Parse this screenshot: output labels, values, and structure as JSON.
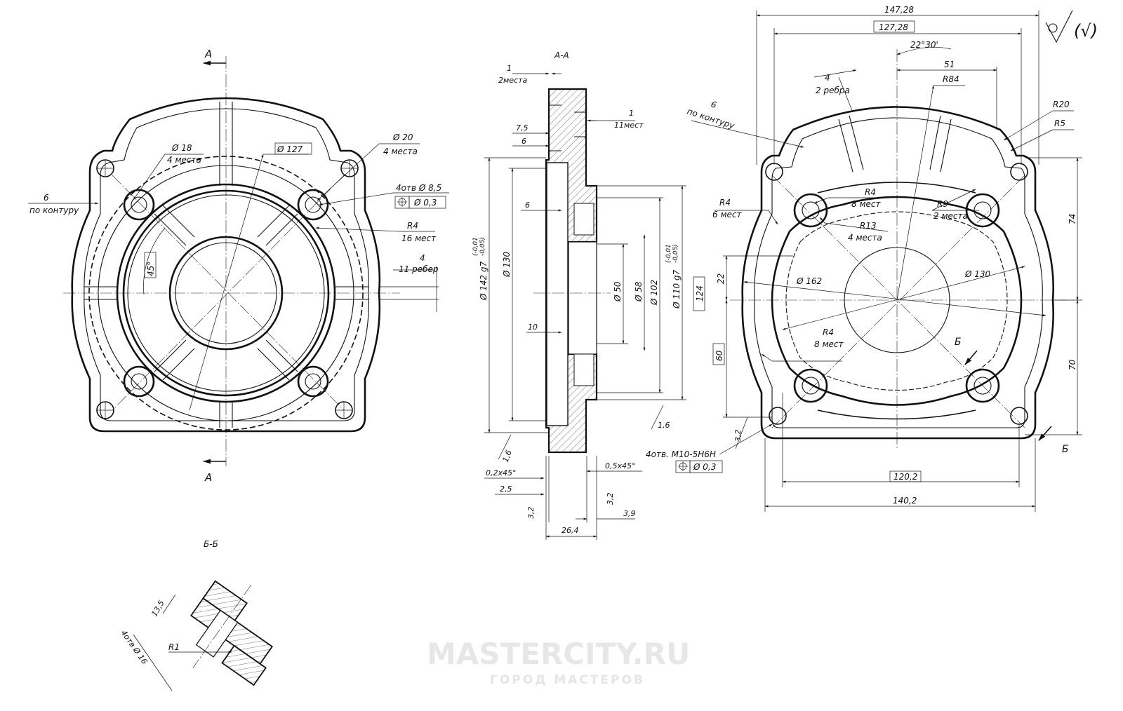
{
  "views": {
    "front": {
      "section_mark": "А",
      "labels": {
        "contour": "6",
        "contour_note": "по контуру",
        "d18": "Ø 18",
        "d18_note": "4 места",
        "d20": "Ø 20",
        "d20_note": "4 места",
        "d127": "Ø  127",
        "holes": "4отв Ø 8,5",
        "tol": "Ø  0,3",
        "r4": "R4",
        "r4_note": "16 мест",
        "ribs": "4",
        "ribs_note": "11 ребер",
        "angle": "45°"
      }
    },
    "section_aa": {
      "title": "А-А",
      "dims": {
        "d1": "1",
        "d1_note": "2места",
        "d1b": "1",
        "d1b_note": "11мест",
        "d75": "7,5",
        "d6a": "6",
        "d6b": "6",
        "d10": "10",
        "d142": "Ø 142 g7",
        "d142_tol_up": "(-0,01",
        "d142_tol_dn": "-0,05)",
        "d130": "Ø 130",
        "d50": "Ø 50",
        "d58": "Ø 58",
        "d102": "Ø 102",
        "d110": "Ø 110 g7",
        "d110_tol_up": "(-0,01",
        "d110_tol_dn": "-0,05)",
        "d124": "124",
        "r16a": "1,6",
        "r16b": "1,6",
        "ch02": "0,2x45°",
        "ch05": "0,5x45°",
        "d25": "2,5",
        "r32a": "3,2",
        "r32b": "3,2",
        "d39": "3,9",
        "d264": "26,4"
      }
    },
    "back": {
      "dims": {
        "d14728": "147,28",
        "d12728": "127,28",
        "ang": "22°30'",
        "d51": "51",
        "r84": "R84",
        "ribs": "4",
        "ribs_note": "2 ребра",
        "contour": "6",
        "contour_note": "по контуру",
        "r20": "R20",
        "r5": "R5",
        "r4a": "R4",
        "r4a_note": "6 мест",
        "r4b": "R4",
        "r4b_note": "8 мест",
        "r9": "R9",
        "r9_note": "2 места",
        "r13": "R13",
        "r13_note": "4 места",
        "d162": "Ø 162",
        "d130": "Ø 130",
        "r4c": "R4",
        "r4c_note": "8 мест",
        "d74": "74",
        "d22": "22",
        "d60": "60",
        "d70": "70",
        "d32": "3,2",
        "holes": "4отв.  M10-5H6H",
        "tol": "Ø  0,3",
        "d1202": "120,2",
        "d1402": "140,2",
        "mark_b": "Б"
      }
    },
    "section_bb": {
      "title": "Б-Б",
      "d135": "13,5",
      "r1": "R1",
      "holes": "4отв Ø 16"
    }
  },
  "roughness_mark": "(√)",
  "watermark": {
    "site": "MASTERCITY.RU",
    "tagline": "ГОРОД МАСТЕРОВ"
  }
}
